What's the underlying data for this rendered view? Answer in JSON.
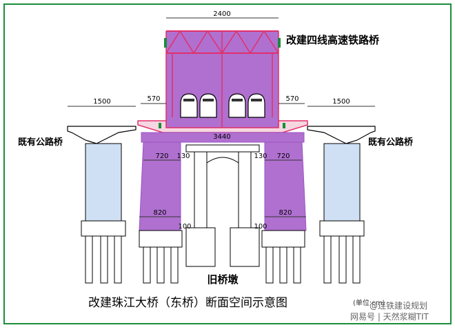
{
  "diagram": {
    "title": "改建四线高速铁路桥",
    "left_label": "既有公路桥",
    "right_label": "既有公路桥",
    "old_pier_label": "旧桥墩",
    "caption": "改建珠江大桥（东桥）断面空间示意图",
    "caption_unit": "(单位:cm)",
    "watermark_top": "@连铁建设规划",
    "watermark_bottom": "网易号 | 天然浆糊TIT",
    "dims": {
      "top_width": "2400",
      "left_deck": "1500",
      "right_deck": "1500",
      "left_cant": "570",
      "right_cant": "570",
      "cap_width": "3440",
      "col_left_top": "720",
      "col_left_gap": "130",
      "col_right_top": "720",
      "col_right_gap": "130",
      "col_left_bot": "820",
      "col_right_bot": "820",
      "old_left": "100",
      "old_right": "100"
    }
  },
  "colors": {
    "magenta": "#b070d0",
    "magenta_dark": "#9b55c0",
    "pink_line": "#e0306a",
    "light_blue": "#cfe0f4",
    "border_green": "#1a8d3a"
  }
}
